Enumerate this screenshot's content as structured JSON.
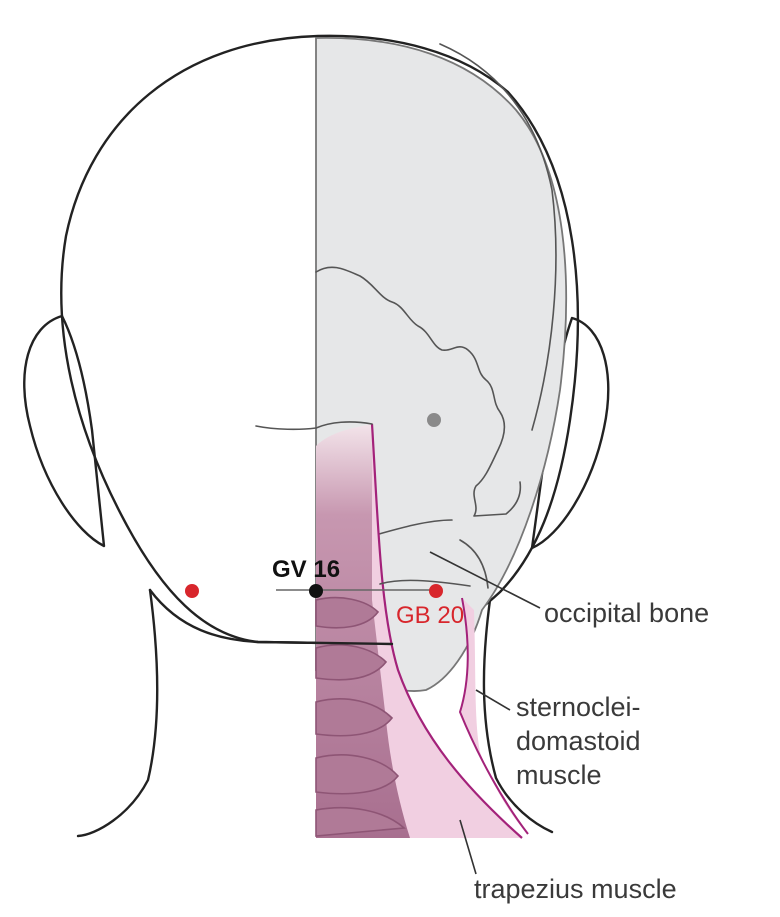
{
  "points": {
    "gv16": {
      "label": "GV 16",
      "color": "#111111"
    },
    "gb20": {
      "label": "GB 20",
      "color": "#d8262c"
    }
  },
  "labels": {
    "occipital_bone": "occipital bone",
    "scm_line1": "sternoclei-",
    "scm_line2": "domastoid",
    "scm_line3": "muscle",
    "trapezius": "trapezius muscle"
  },
  "colors": {
    "skull": "#e6e7e8",
    "muscle_dark": "#b07a97",
    "muscle_light": "#f1cfe1",
    "muscle_edge": "#a3227a",
    "acupoint_red": "#d8262c",
    "marker_gray": "#8a8a8a"
  }
}
